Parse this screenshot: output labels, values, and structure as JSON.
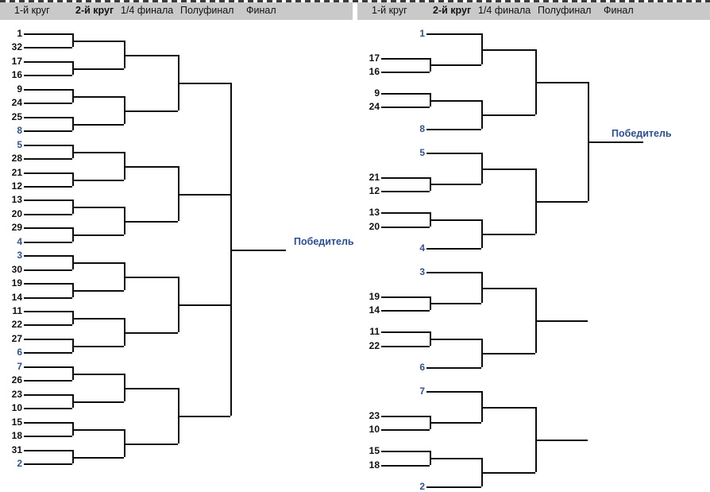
{
  "page": {
    "title": "Tournament Bracket — 32 seeds",
    "background_color": "#ffffff",
    "line_color": "#0d0d0d",
    "header_band_color": "#c9c9c9",
    "seed_color": "#111111",
    "seed_highlight_color": "#33538c",
    "winner_color": "#2b4f97"
  },
  "round_headers": [
    {
      "label": "1-й круг",
      "bold": false
    },
    {
      "label": "2-й круг",
      "bold": true
    },
    {
      "label": "1/4 финала",
      "bold": false
    },
    {
      "label": "Полуфинал",
      "bold": false
    },
    {
      "label": "Финал",
      "bold": false
    }
  ],
  "brackets": [
    {
      "name": "left-bracket",
      "winner_label": "Победитель",
      "structure": "full-32-draw",
      "seeds": [
        {
          "n": "1",
          "highlight": false
        },
        {
          "n": "32",
          "highlight": false
        },
        {
          "n": "17",
          "highlight": false
        },
        {
          "n": "16",
          "highlight": false
        },
        {
          "n": "9",
          "highlight": false
        },
        {
          "n": "24",
          "highlight": false
        },
        {
          "n": "25",
          "highlight": false
        },
        {
          "n": "8",
          "highlight": true
        },
        {
          "n": "5",
          "highlight": true
        },
        {
          "n": "28",
          "highlight": false
        },
        {
          "n": "21",
          "highlight": false
        },
        {
          "n": "12",
          "highlight": false
        },
        {
          "n": "13",
          "highlight": false
        },
        {
          "n": "20",
          "highlight": false
        },
        {
          "n": "29",
          "highlight": false
        },
        {
          "n": "4",
          "highlight": true
        },
        {
          "n": "3",
          "highlight": true
        },
        {
          "n": "30",
          "highlight": false
        },
        {
          "n": "19",
          "highlight": false
        },
        {
          "n": "14",
          "highlight": false
        },
        {
          "n": "11",
          "highlight": false
        },
        {
          "n": "22",
          "highlight": false
        },
        {
          "n": "27",
          "highlight": false
        },
        {
          "n": "6",
          "highlight": true
        },
        {
          "n": "7",
          "highlight": true
        },
        {
          "n": "26",
          "highlight": false
        },
        {
          "n": "23",
          "highlight": false
        },
        {
          "n": "10",
          "highlight": false
        },
        {
          "n": "15",
          "highlight": false
        },
        {
          "n": "18",
          "highlight": false
        },
        {
          "n": "31",
          "highlight": false
        },
        {
          "n": "2",
          "highlight": true
        }
      ]
    },
    {
      "name": "right-bracket",
      "winner_label": "Победитель",
      "structure": "16-draw-with-byes",
      "seeds": [
        {
          "n": "1",
          "highlight": true,
          "bye": true
        },
        {
          "n": "17",
          "highlight": false,
          "bye": false
        },
        {
          "n": "16",
          "highlight": false,
          "bye": false
        },
        {
          "n": "9",
          "highlight": false,
          "bye": false
        },
        {
          "n": "24",
          "highlight": false,
          "bye": false
        },
        {
          "n": "8",
          "highlight": true,
          "bye": true
        },
        {
          "n": "5",
          "highlight": true,
          "bye": true
        },
        {
          "n": "21",
          "highlight": false,
          "bye": false
        },
        {
          "n": "12",
          "highlight": false,
          "bye": false
        },
        {
          "n": "13",
          "highlight": false,
          "bye": false
        },
        {
          "n": "20",
          "highlight": false,
          "bye": false
        },
        {
          "n": "4",
          "highlight": true,
          "bye": true
        },
        {
          "n": "3",
          "highlight": true,
          "bye": true
        },
        {
          "n": "19",
          "highlight": false,
          "bye": false
        },
        {
          "n": "14",
          "highlight": false,
          "bye": false
        },
        {
          "n": "11",
          "highlight": false,
          "bye": false
        },
        {
          "n": "22",
          "highlight": false,
          "bye": false
        },
        {
          "n": "6",
          "highlight": true,
          "bye": true
        },
        {
          "n": "7",
          "highlight": true,
          "bye": true
        },
        {
          "n": "23",
          "highlight": false,
          "bye": false
        },
        {
          "n": "10",
          "highlight": false,
          "bye": false
        },
        {
          "n": "15",
          "highlight": false,
          "bye": false
        },
        {
          "n": "18",
          "highlight": false,
          "bye": false
        },
        {
          "n": "2",
          "highlight": true,
          "bye": true
        }
      ]
    }
  ]
}
